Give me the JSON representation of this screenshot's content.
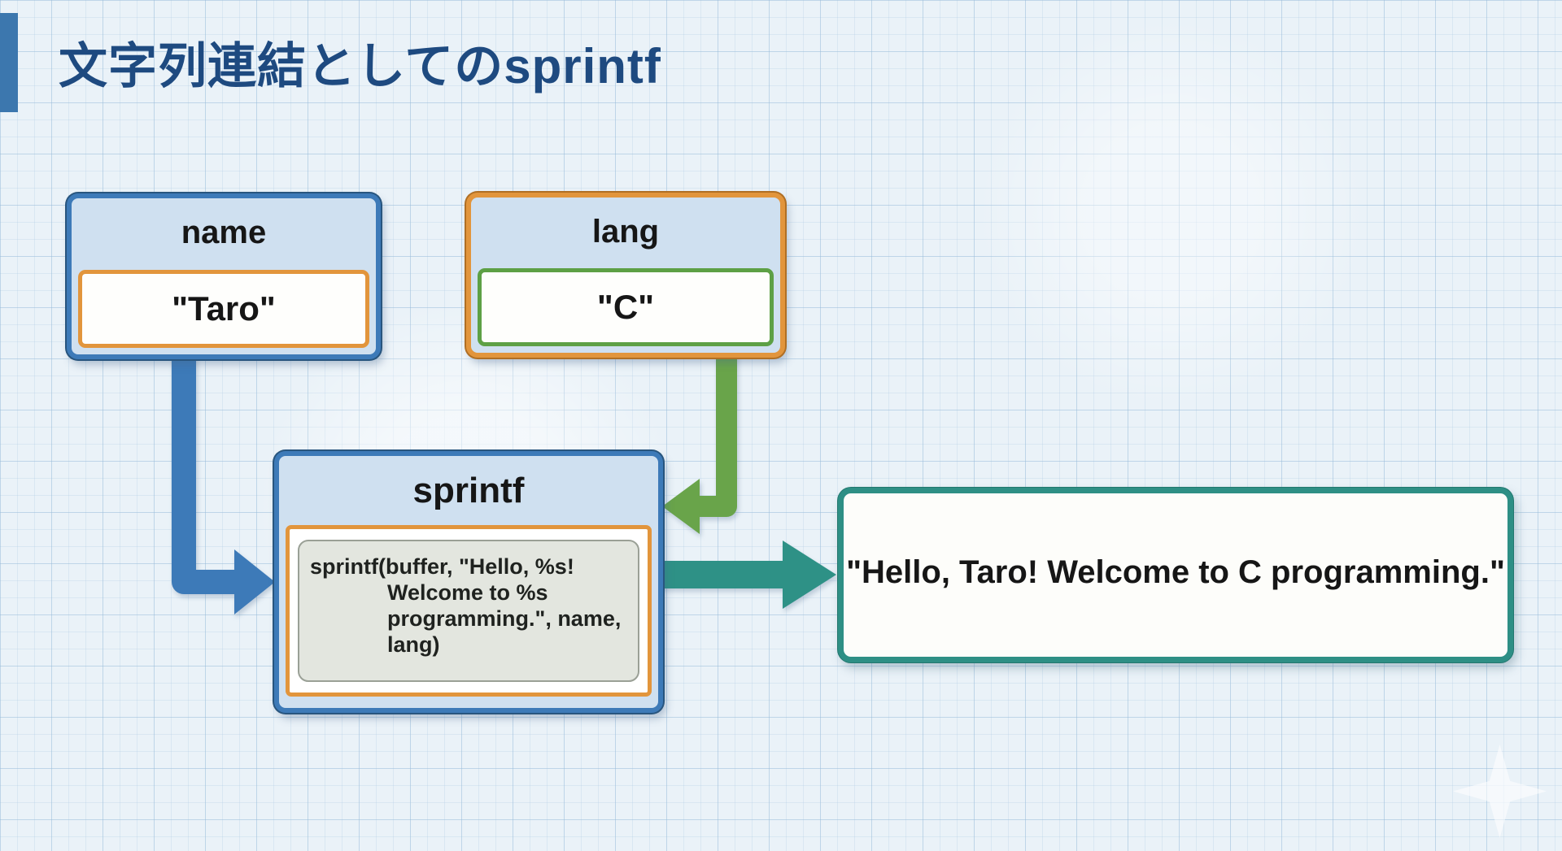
{
  "title": {
    "text": "文字列連結としてのsprintf"
  },
  "colors": {
    "accent_blue": "#3c77ae",
    "title_navy": "#1e4a80",
    "box_blue_border": "#3d7ab8",
    "box_orange_border": "#e2953c",
    "value_green_border": "#5da045",
    "header_fill": "#cfe0f0",
    "code_box_fill": "#e3e6df",
    "arrow_blue": "#3d7ab8",
    "arrow_green": "#69a44a",
    "arrow_teal": "#2e9186",
    "background": "#eaf2f8"
  },
  "diagram": {
    "name_box": {
      "label": "name",
      "value": "\"Taro\""
    },
    "lang_box": {
      "label": "lang",
      "value": "\"C\""
    },
    "sprintf_box": {
      "label": "sprintf",
      "code_lines": [
        "sprintf(buffer, \"Hello, %s!",
        "Welcome to %s",
        "programming.\", name,",
        "lang)"
      ]
    },
    "output_box": {
      "text": "\"Hello, Taro! Welcome to C programming.\""
    }
  }
}
